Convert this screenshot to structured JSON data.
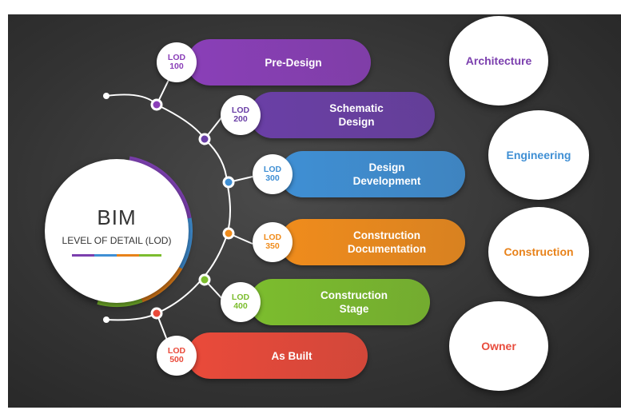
{
  "bim": {
    "title": "BIM",
    "subtitle": "LEVEL OF DETAIL (LOD)"
  },
  "stages": [
    {
      "lod": "LOD\n100",
      "label": "Pre-Design",
      "color": "#8a3fb8"
    },
    {
      "lod": "LOD\n200",
      "label": "Schematic\nDesign",
      "color": "#6a3fa6"
    },
    {
      "lod": "LOD\n300",
      "label": "Design\nDevelopment",
      "color": "#3f8fd4"
    },
    {
      "lod": "LOD\n350",
      "label": "Construction\nDocumentation",
      "color": "#f08c1c"
    },
    {
      "lod": "LOD\n400",
      "label": "Construction\nStage",
      "color": "#7cbd2e"
    },
    {
      "lod": "LOD\n500",
      "label": "As Built",
      "color": "#ea4a3a"
    }
  ],
  "roles": [
    {
      "label": "Architecture",
      "color": "#7b3fae"
    },
    {
      "label": "Engineering",
      "color": "#3f8fd4"
    },
    {
      "label": "Construction",
      "color": "#e8821a"
    },
    {
      "label": "Owner",
      "color": "#e84c3d"
    }
  ],
  "colors": {
    "background": "#333333",
    "connector": "#ffffff",
    "bar_segments": [
      "#7b3fae",
      "#3f8fd4",
      "#e8821a",
      "#7cbd2e"
    ]
  }
}
